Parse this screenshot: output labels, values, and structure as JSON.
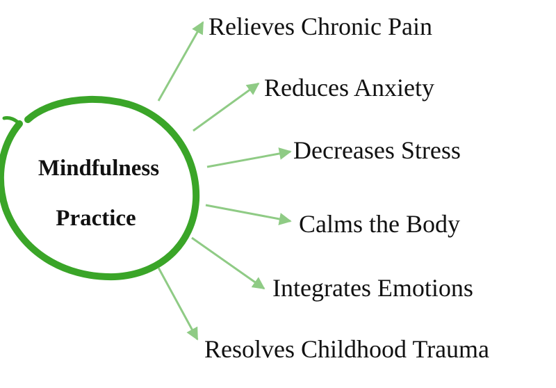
{
  "center": {
    "line1": "Mindfulness",
    "line2": "Practice"
  },
  "benefits": [
    "Relieves Chronic Pain",
    "Reduces Anxiety",
    "Decreases Stress",
    "Calms the Body",
    "Integrates Emotions",
    "Resolves Childhood Trauma"
  ],
  "colors": {
    "circle": "#3aa528",
    "arrow": "#8fcb85",
    "text": "#111111"
  }
}
